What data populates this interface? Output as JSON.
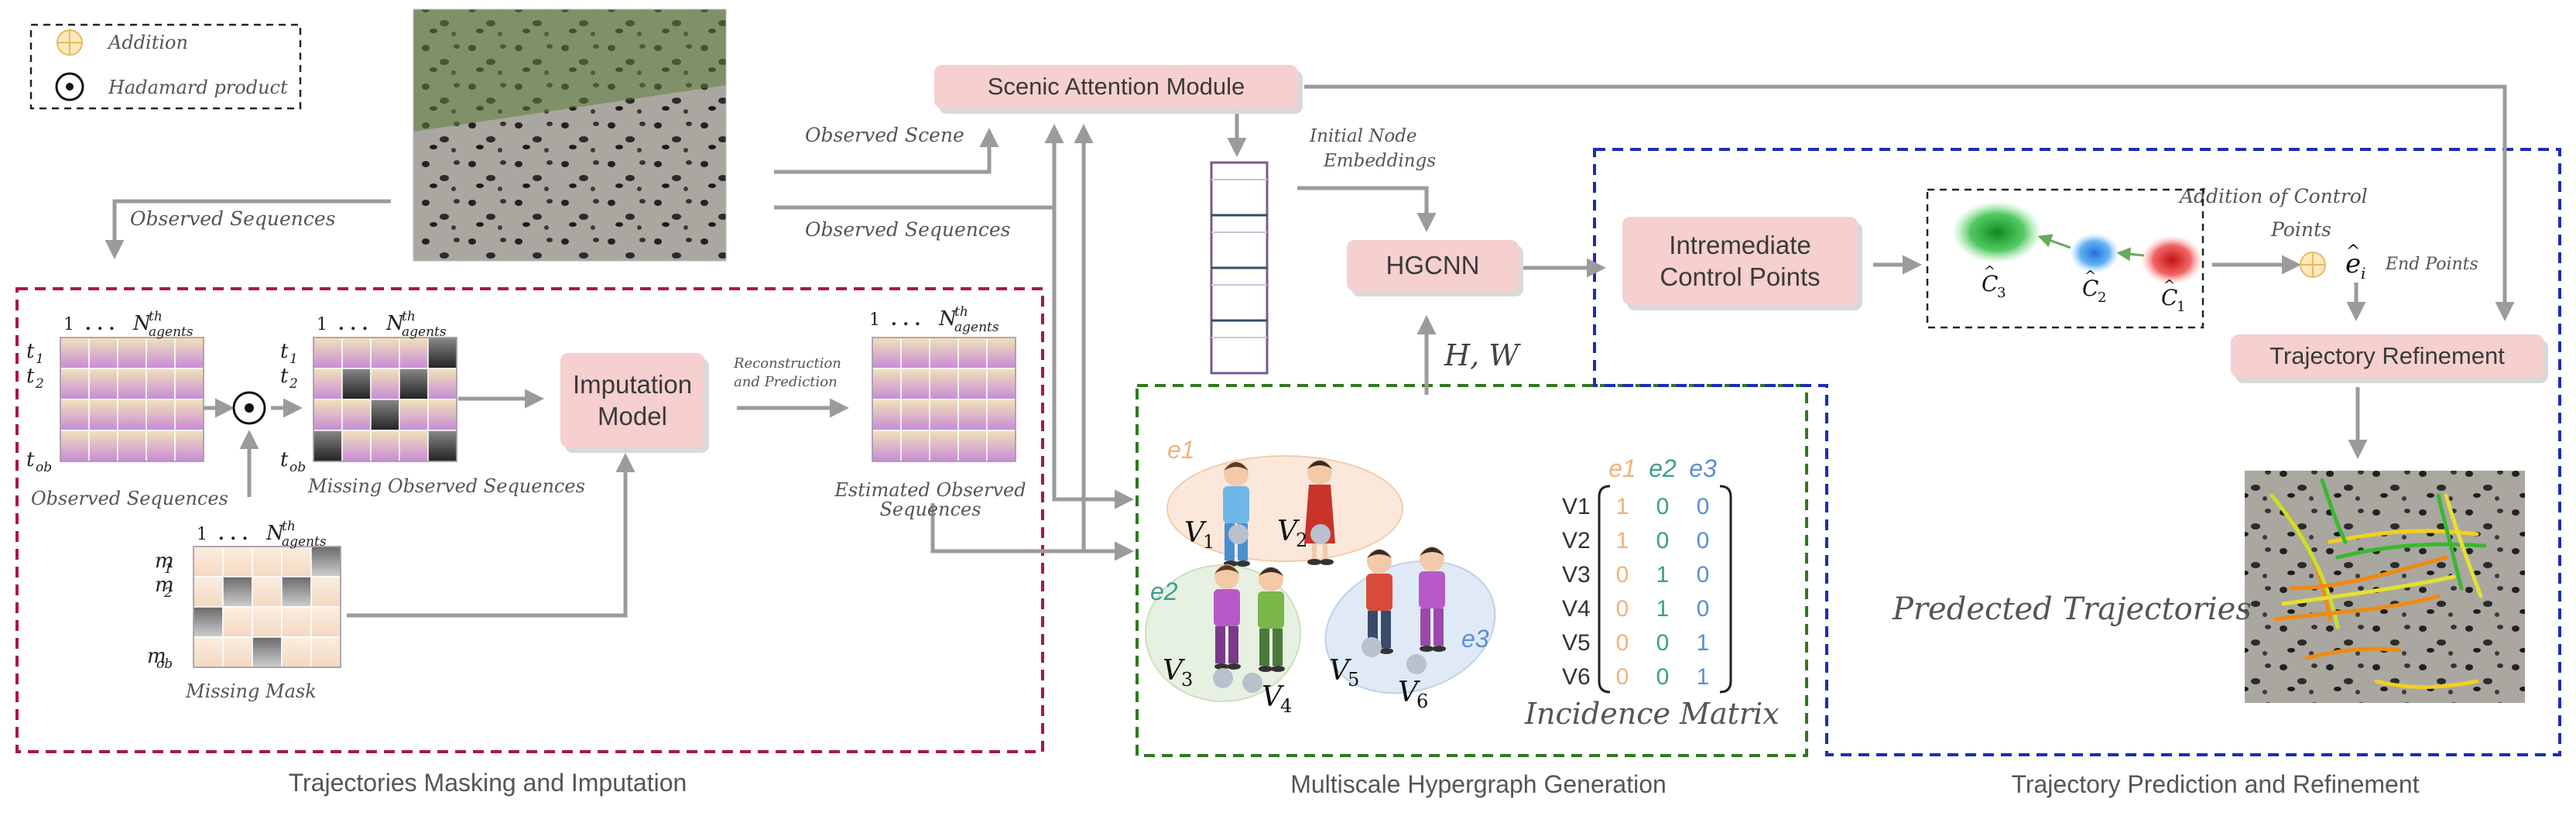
{
  "legend": {
    "addition": "Addition",
    "hadamard": "Hadamard product"
  },
  "modules": {
    "scenic_attention": "Scenic Attention Module",
    "hgcnn": "HGCNN",
    "control_points": "Intremediate Control Points",
    "imputation": "Imputation Model",
    "refinement": "Trajectory Refinement"
  },
  "arrow_labels": {
    "observed_scene": "Observed Scene",
    "observed_sequences_top": "Observed Sequences",
    "observed_sequences_left": "Observed Sequences",
    "initial_node_embeddings": "Initial Node Embeddings",
    "reconstruction": "Reconstruction and Prediction",
    "hw": "H, W",
    "addition_of_control_points": "Addition of Control Points",
    "end_points": "End Points"
  },
  "matrix_labels": {
    "observed_sequences": "Observed Sequences",
    "missing_observed_sequences": "Missing Observed Sequences",
    "estimated_observed_sequences": "Estimated Observed Sequences",
    "missing_mask": "Missing Mask",
    "agents_header": "1 . . . N",
    "agents_sup": "th",
    "agents_sub": "agents",
    "rows_t": [
      "t1",
      "t2",
      "tob"
    ],
    "rows_m": [
      "m1",
      "m2",
      "mob"
    ]
  },
  "sections": {
    "masking": "Trajectories Masking and Imputation",
    "hypergraph": "Multiscale Hypergraph Generation",
    "prediction": "Trajectory Prediction and Refinement"
  },
  "hypergraph": {
    "edges": [
      "e1",
      "e2",
      "e3"
    ],
    "nodes": [
      "V1",
      "V2",
      "V3",
      "V4",
      "V5",
      "V6"
    ]
  },
  "incidence": {
    "title": "Incidence Matrix",
    "cols": [
      "e1",
      "e2",
      "e3"
    ],
    "rows": [
      "V1",
      "V2",
      "V3",
      "V4",
      "V5",
      "V6"
    ],
    "values": [
      [
        1,
        0,
        0
      ],
      [
        1,
        0,
        0
      ],
      [
        0,
        1,
        0
      ],
      [
        0,
        1,
        0
      ],
      [
        0,
        0,
        1
      ],
      [
        0,
        0,
        1
      ]
    ]
  },
  "control_points": [
    "C3",
    "C2",
    "C1"
  ],
  "end_point": "e_i",
  "predicted_label": "Predected Trajectories",
  "colors": {
    "module_fill": "#f6cfcf",
    "arrow": "#9b9b9b",
    "masking_border": "#a8174a",
    "hypergraph_border": "#2f7a1c",
    "prediction_border": "#1c2db5",
    "e1": "#f2b27a",
    "e2": "#3aa08e",
    "e3": "#5a8fd6"
  }
}
